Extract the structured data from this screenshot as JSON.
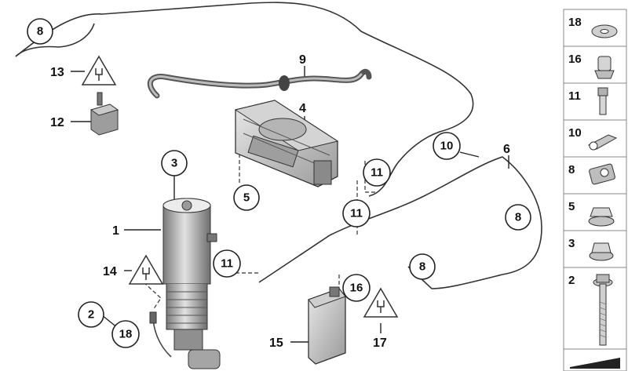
{
  "diagram": {
    "callouts": {
      "c1": "1",
      "c2": "2",
      "c3": "3",
      "c4": "4",
      "c5": "5",
      "c6": "6",
      "c8a": "8",
      "c8b": "8",
      "c8c": "8",
      "c9": "9",
      "c10": "10",
      "c11a": "11",
      "c11b": "11",
      "c11c": "11",
      "c12": "12",
      "c13": "13",
      "c14": "14",
      "c15": "15",
      "c16": "16",
      "c17": "17",
      "c18": "18"
    },
    "sidebar": [
      "18",
      "16",
      "11",
      "10",
      "8",
      "5",
      "3",
      "2"
    ]
  },
  "colors": {
    "line": "#222222",
    "part_fill": "#d9d9d9",
    "part_dark": "#8c8c8c",
    "panel_border": "#666666"
  }
}
